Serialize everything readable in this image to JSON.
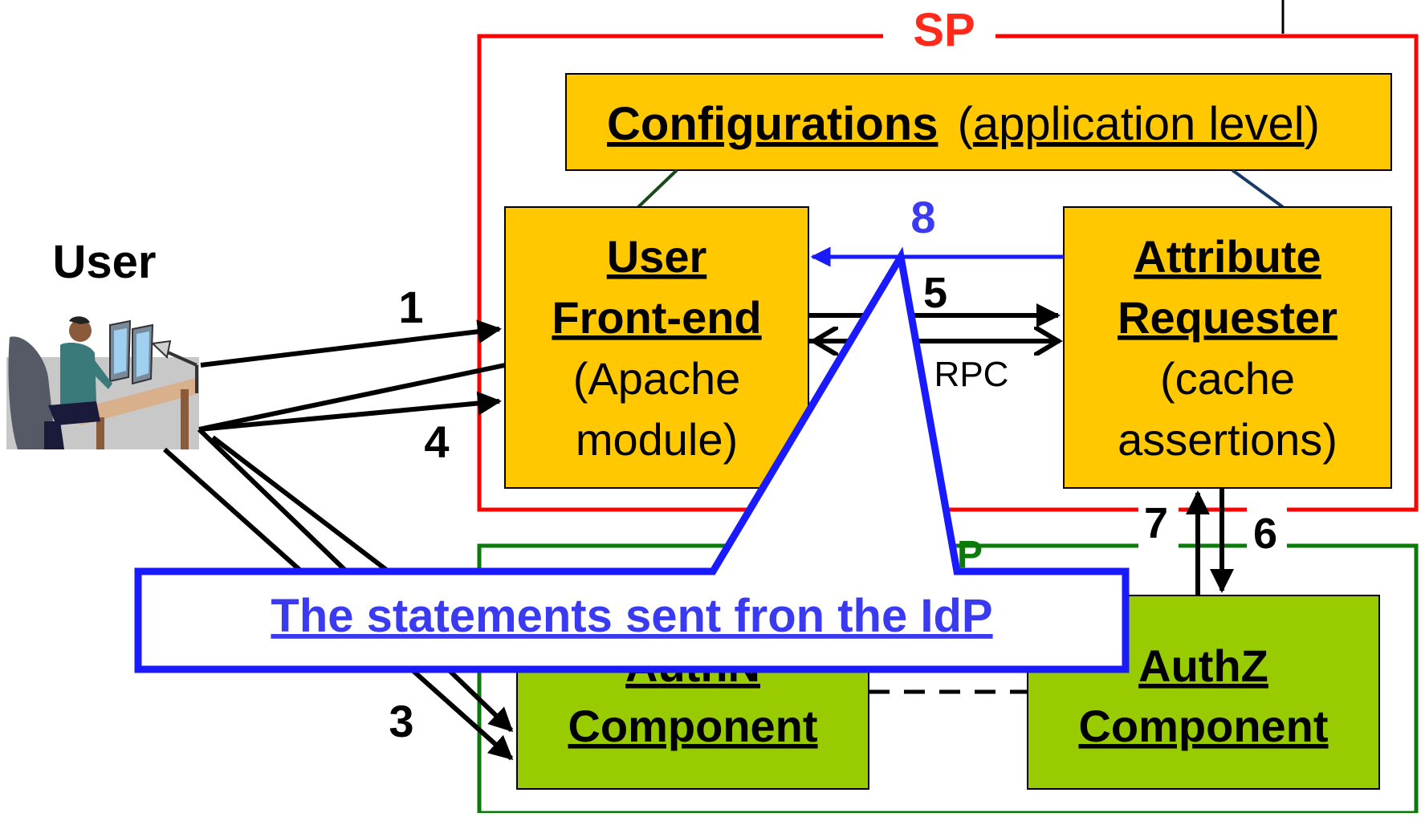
{
  "sp": {
    "label": "SP",
    "color": "#ff2a1a",
    "border": "#ff0000"
  },
  "idp": {
    "label": "IdP",
    "visible_label": "P",
    "color": "#0a7a0a",
    "border": "#0a7a0a"
  },
  "user": {
    "label": "User"
  },
  "configurations": {
    "title": "Configurations",
    "open": "(",
    "note": "application level",
    "close": ")"
  },
  "front_end": {
    "line1": "User",
    "line2": "Front-end",
    "line3": "(Apache",
    "line4": "module)"
  },
  "attr_requester": {
    "line1": "Attribute",
    "line2": "Requester",
    "line3": "(cache",
    "line4": "assertions)"
  },
  "authn": {
    "line1": "AuthN",
    "line2": "Component"
  },
  "authz": {
    "line1": "AuthZ",
    "line2": "Component"
  },
  "steps": {
    "s1": "1",
    "s3": "3",
    "s4": "4",
    "s5": "5",
    "s6": "6",
    "s7": "7",
    "s8": "8"
  },
  "rpc_label": "RPC",
  "callout": {
    "text": "The statements sent fron the IdP",
    "color": "#3a3af0"
  },
  "colors": {
    "gold": "#ffc800",
    "green": "#99cc00",
    "blue": "#1a1aff",
    "black": "#000000"
  }
}
